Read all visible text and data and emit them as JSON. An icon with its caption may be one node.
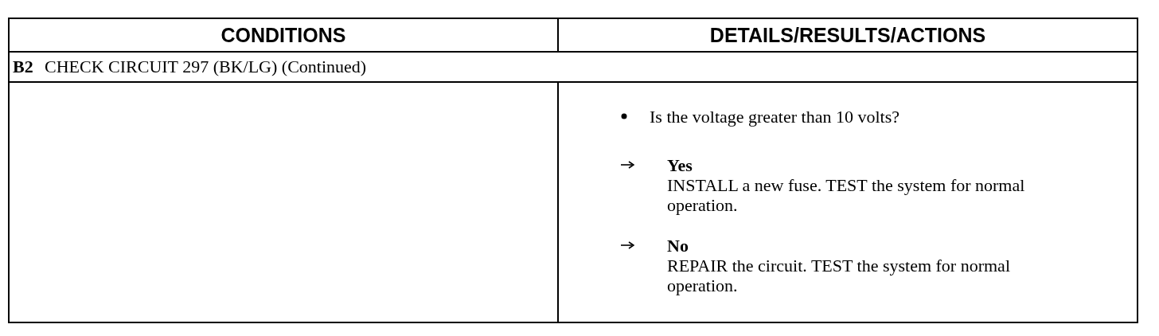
{
  "diagram": {
    "labels": [
      "CONDITIONS",
      "DETAILS/RESULTS/ACTIONS",
      "B2",
      "CHECK CIRCUIT 297 (BK/LG) (Continued)",
      "Is the voltage greater than 10 volts?",
      "Yes",
      "INSTALL a new fuse. TEST the system for normal operation.",
      "No",
      "REPAIR the circuit. TEST the system for normal operation."
    ]
  }
}
